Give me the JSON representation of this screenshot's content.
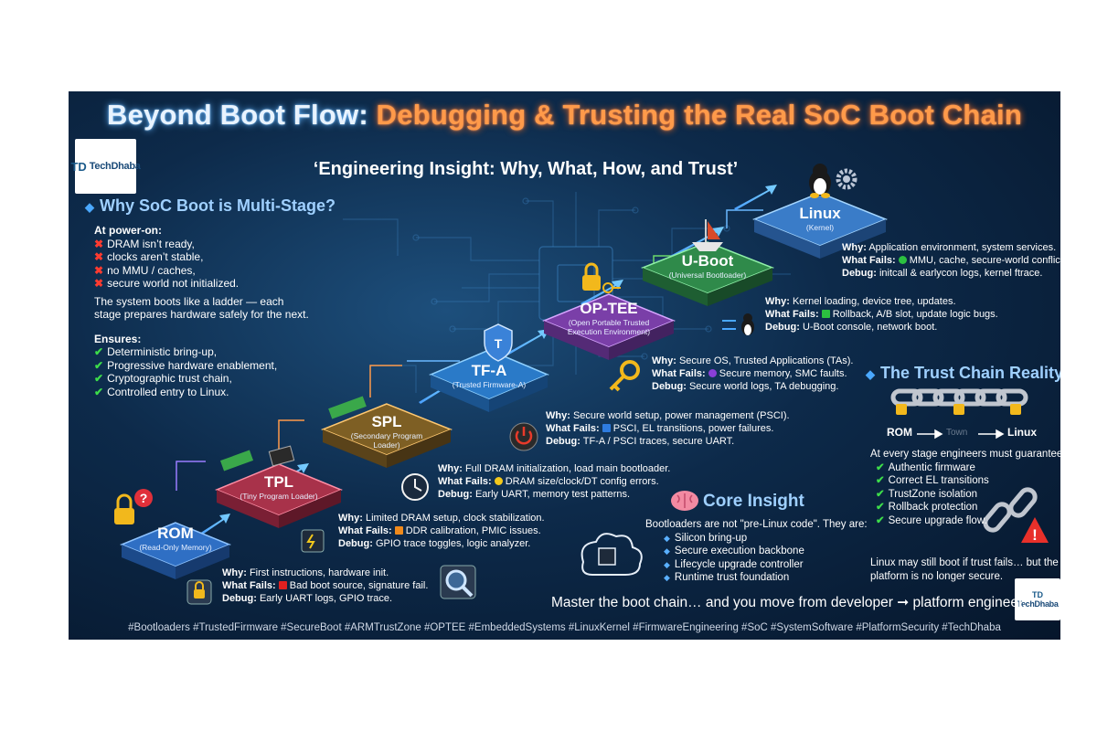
{
  "title": {
    "part1": "Beyond Boot Flow:",
    "part2": "Debugging & Trusting the Real SoC Boot Chain"
  },
  "subtitle": "‘Engineering Insight: Why, What, How, and Trust’",
  "logo": {
    "text": "TechDhaba",
    "mark": "TD"
  },
  "why_multistage": {
    "heading": "Why SoC Boot is Multi-Stage?",
    "power_on_label": "At power-on:",
    "problems": [
      "DRAM isn’t ready,",
      "clocks aren’t stable,",
      "no MMU / caches,",
      "secure world not initialized."
    ],
    "ladder_text": [
      "The system boots like a ladder — each",
      "stage prepares hardware safely for the next."
    ],
    "ensures_label": "Ensures:",
    "ensures": [
      "Deterministic bring-up,",
      "Progressive hardware enablement,",
      "Cryptographic trust chain,",
      "Controlled entry to Linux."
    ]
  },
  "labels": {
    "why": "Why:",
    "fails": "What Fails:",
    "debug": "Debug:"
  },
  "stages": [
    {
      "name": "ROM",
      "sub": "(Read-Only Memory)",
      "color": "#2f6fc4",
      "why": "First instructions, hardware init.",
      "fails": "Bad boot source, signature fail.",
      "fails_marker": "#e02020",
      "debug": "Early UART logs, GPIO trace."
    },
    {
      "name": "TPL",
      "sub": "(Tiny Program Loader)",
      "color": "#a8324a",
      "why": "Limited DRAM setup, clock stabilization.",
      "fails": "DDR calibration, PMIC issues.",
      "fails_marker": "#f08a1c",
      "debug": "GPIO trace toggles, logic analyzer."
    },
    {
      "name": "SPL",
      "sub": "(Secondary Program Loader)",
      "color": "#8a6a2a",
      "why": "Full DRAM initialization, load main bootloader.",
      "fails": "DRAM size/clock/DT config errors.",
      "fails_marker": "#f2c81c",
      "debug": "Early UART, memory test patterns."
    },
    {
      "name": "TF-A",
      "sub": "(Trusted Firmware-A)",
      "color": "#2a7ac8",
      "why": "Secure world setup, power management (PSCI).",
      "fails": "PSCI, EL transitions, power failures.",
      "fails_marker": "#2e7ce0",
      "debug": "TF-A / PSCI traces, secure UART."
    },
    {
      "name": "OP-TEE",
      "sub": "(Open Portable Trusted Execution Environment)",
      "color": "#7a3fa8",
      "why": "Secure OS, Trusted Applications (TAs).",
      "fails": "Secure memory, SMC faults.",
      "fails_marker": "#8a3fd8",
      "debug": "Secure world logs, TA debugging."
    },
    {
      "name": "U-Boot",
      "sub": "(Universal Bootloader)",
      "color": "#2f8a4a",
      "why": "Kernel loading, device tree, updates.",
      "fails": "Rollback, A/B slot, update logic bugs.",
      "fails_marker": "#2cc040",
      "debug": "U-Boot console, network boot."
    },
    {
      "name": "Linux",
      "sub": "(Kernel)",
      "color": "#3a7cc8",
      "why": "Application environment, system services.",
      "fails": "MMU, cache, secure-world conflicts.",
      "fails_marker": "#2cc040",
      "debug": "initcall & earlycon logs, kernel ftrace."
    }
  ],
  "core_insight": {
    "heading": "Core Insight",
    "intro": "Bootloaders are not \"pre-Linux code\". They are:",
    "items": [
      "Silicon bring-up",
      "Secure execution backbone",
      "Lifecycle upgrade controller",
      "Runtime trust foundation"
    ]
  },
  "trust_chain": {
    "heading": "The Trust Chain Reality",
    "rom": "ROM",
    "mid": "Town",
    "linux": "Linux",
    "intro": "At every stage engineers must guarantee:",
    "items": [
      "Authentic firmware",
      "Correct EL transitions",
      "TrustZone isolation",
      "Rollback protection",
      "Secure upgrade flow."
    ],
    "warning": [
      "Linux may still boot if trust fails… but the",
      "platform is no longer secure."
    ]
  },
  "master_line": "Master the boot chain… and you move from developer ➞ platform engineer.",
  "hashtags": "#Bootloaders #TrustedFirmware #SecureBoot #ARMTrustZone #OPTEE #EmbeddedSystems #LinuxKernel #FirmwareEngineering #SoC #SystemSoftware #PlatformSecurity #TechDhaba",
  "icons": [
    "lock-icon",
    "question-icon",
    "ram-chip-icon",
    "cpu-chip-icon",
    "shield-icon",
    "power-icon",
    "key-icon",
    "padlock-icon",
    "ship-icon",
    "penguin-icon",
    "gear-icon",
    "clock-icon",
    "magnifier-icon",
    "brain-icon",
    "chain-icon",
    "warning-icon"
  ]
}
